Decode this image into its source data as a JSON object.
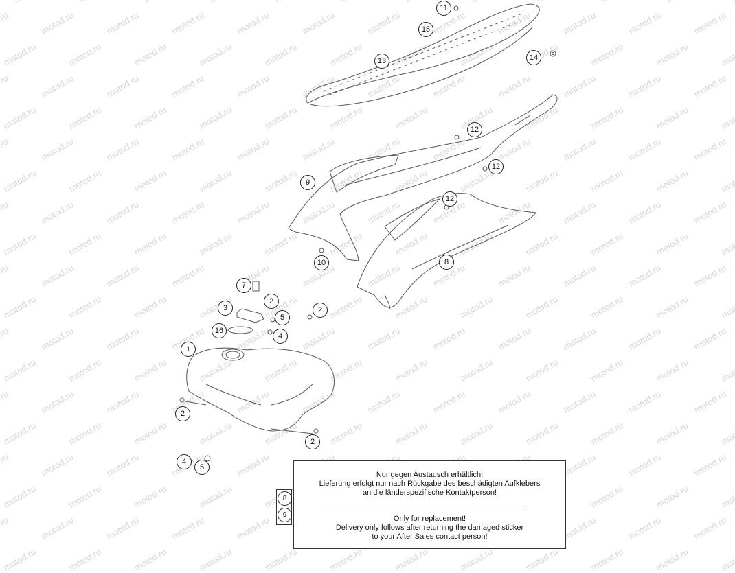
{
  "watermark": "motod.ru",
  "callouts": {
    "c1": "1",
    "c2a": "2",
    "c2b": "2",
    "c2c": "2",
    "c2d": "2",
    "c3": "3",
    "c4a": "4",
    "c4b": "4",
    "c5a": "5",
    "c5b": "5",
    "c7": "7",
    "c8": "8",
    "c9": "9",
    "c10": "10",
    "c11": "11",
    "c12a": "12",
    "c12b": "12",
    "c12c": "12",
    "c13": "13",
    "c14": "14",
    "c15": "15",
    "c16": "16"
  },
  "note": {
    "de_1": "Nur gegen Austausch erhältlich!",
    "de_2": "Lieferung erfolgt nur nach Rückgabe des beschädigten Aufklebers",
    "de_3": "an die länderspezifische Kontaktperson!",
    "en_1": "Only for replacement!",
    "en_2": "Delivery only follows after returning the damaged sticker",
    "en_3": "to your After Sales contact person!",
    "applies_to": [
      "8",
      "9"
    ]
  }
}
